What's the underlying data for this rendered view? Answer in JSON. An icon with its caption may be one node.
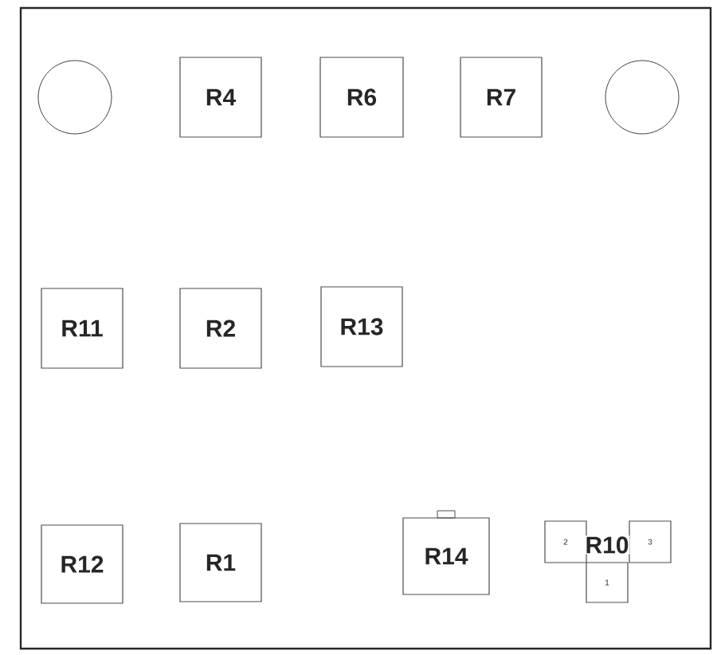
{
  "diagram": {
    "nodes": [
      {
        "text": [],
        "shape": "circle"
      },
      {
        "text": [
          "R4"
        ]
      },
      {
        "text": [
          "R6"
        ]
      },
      {
        "text": [
          "R7"
        ]
      },
      {
        "text": [],
        "shape": "circle"
      },
      {
        "text": [
          "R11"
        ]
      },
      {
        "text": [
          "R2"
        ]
      },
      {
        "text": [
          "R13"
        ]
      },
      {
        "text": [
          "R12"
        ]
      },
      {
        "text": [
          "R1"
        ]
      },
      {
        "text": [
          "R14"
        ]
      },
      {
        "text": [
          "2"
        ]
      },
      {
        "text": [
          "3"
        ]
      },
      {
        "text": [
          "1"
        ]
      }
    ],
    "edges": [],
    "labels": [
      "R10"
    ]
  }
}
